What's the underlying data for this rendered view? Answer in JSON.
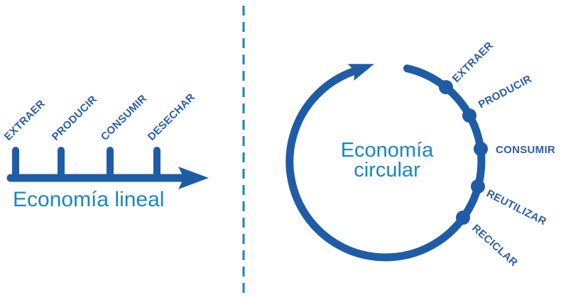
{
  "diagram": {
    "linear": {
      "title": "Economía lineal",
      "steps": [
        "EXTRAER",
        "PRODUCIR",
        "CONSUMIR",
        "DESECHAR"
      ]
    },
    "circular": {
      "title_line1": "Economía",
      "title_line2": "circular",
      "steps": [
        "EXTRAER",
        "PRODUCIR",
        "CONSUMIR",
        "REUTILIZAR",
        "RECICLAR"
      ]
    }
  },
  "colors": {
    "shape_dark_blue": "#1f5ca6",
    "label_dark_blue": "#2b5da9",
    "title_light_blue": "#1787c4",
    "divider_teal_blue": "#1787b4",
    "background": "#ffffff"
  }
}
